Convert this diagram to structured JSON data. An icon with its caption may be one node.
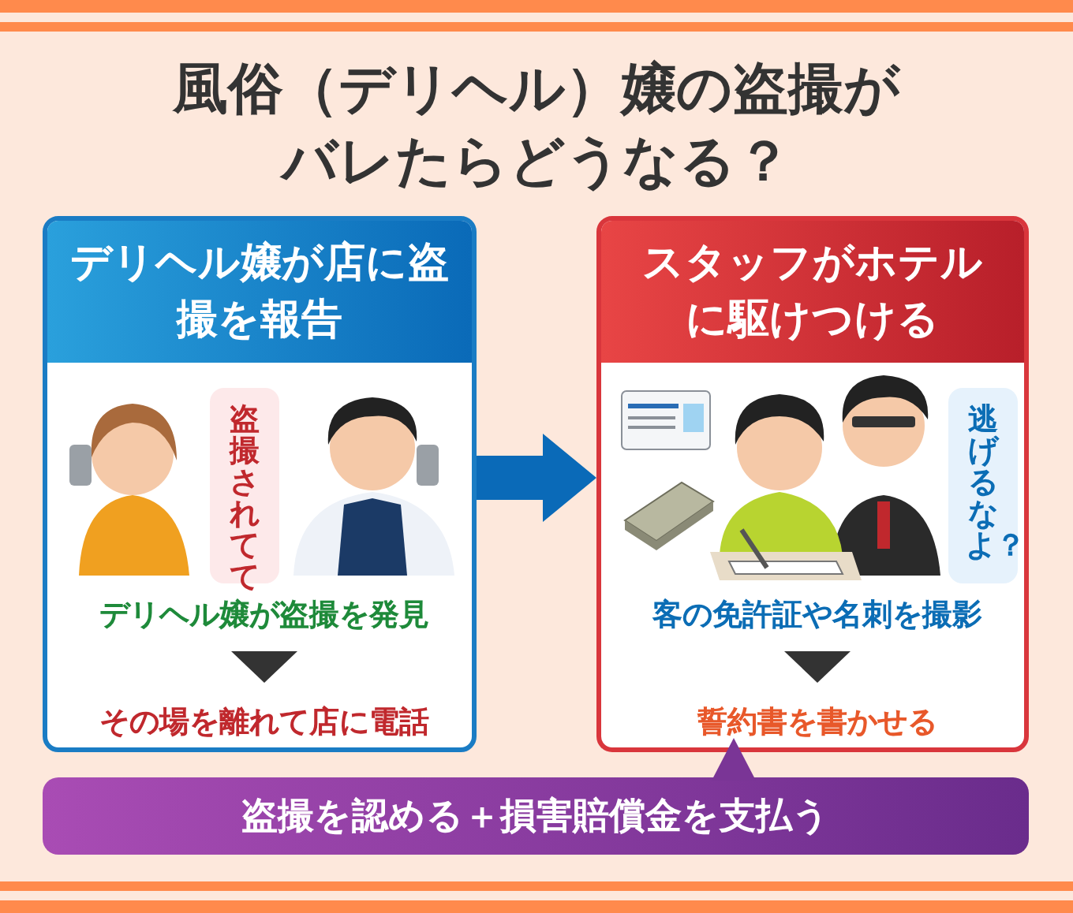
{
  "diagram": {
    "title": "風俗（デリヘル）嬢の盗撮がバレたらどうなる？",
    "nodes": [
      {
        "text": [
          "デリヘル嬢が店に盗撮を報告"
        ]
      },
      {
        "text": [
          "盗撮されてて"
        ],
        "in": 0
      },
      {
        "text": [
          "デリヘル嬢が盗撮を発見"
        ],
        "in": 0
      },
      {
        "text": [
          "その場を離れて店に電話"
        ],
        "in": 0
      },
      {
        "text": [
          "スタッフがホテルに駆けつける"
        ]
      },
      {
        "text": [
          "逃げるなよ？"
        ],
        "in": 4
      },
      {
        "text": [
          "客の免許証や名刺を撮影"
        ],
        "in": 4
      },
      {
        "text": [
          "誓約書を書かせる"
        ],
        "in": 4
      },
      {
        "text": [
          "盗撮を認める＋損害賠償金を支払う"
        ]
      }
    ],
    "edges": [
      {
        "from": 0,
        "to": 4,
        "arrow": "to"
      },
      {
        "from": 2,
        "to": 3,
        "arrow": "to"
      },
      {
        "from": 6,
        "to": 7,
        "arrow": "to"
      }
    ]
  }
}
